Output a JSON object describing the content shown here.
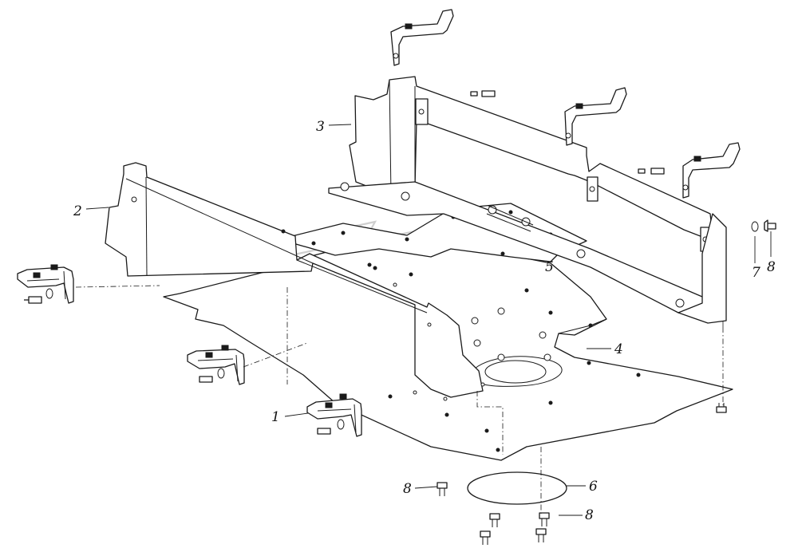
{
  "callouts": {
    "c1": "1",
    "c2": "2",
    "c3": "3",
    "c4": "4",
    "c5": "5",
    "c6": "6",
    "c7": "7",
    "c8a": "8",
    "c8b": "8",
    "c8c": "8"
  },
  "colors": {
    "line": "#1a1a1a",
    "background": "#ffffff",
    "watermark": "#cfcfcf"
  }
}
